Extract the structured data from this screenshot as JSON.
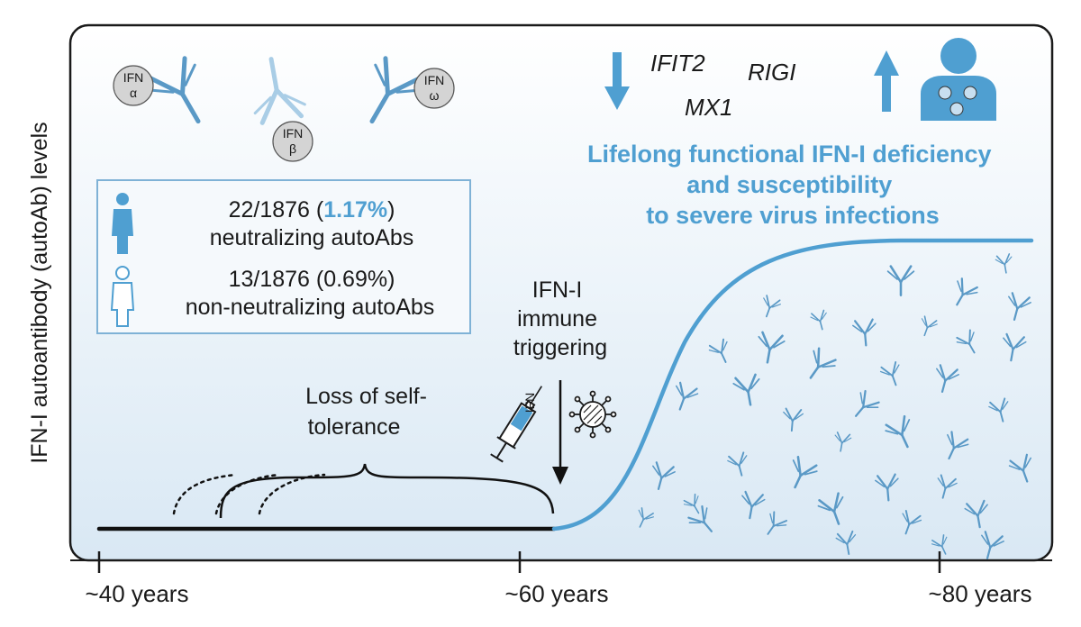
{
  "y_axis_label": "IFN-I autoantibody (autoAb) levels",
  "x_axis": {
    "ticks": [
      "~40 years",
      "~60 years",
      "~80 years"
    ]
  },
  "antibody_targets": [
    {
      "line1": "IFN",
      "line2": "α"
    },
    {
      "line1": "IFN",
      "line2": "β"
    },
    {
      "line1": "IFN",
      "line2": "ω"
    }
  ],
  "genes": [
    "IFIT2",
    "RIGI",
    "MX1"
  ],
  "prevalence_box": {
    "neutralizing": {
      "count": "22/1876",
      "open": " (",
      "percent": "1.17%",
      "close": ")",
      "label": "neutralizing autoAbs"
    },
    "non_neutralizing": {
      "count_pct": "13/1876 (0.69%)",
      "label": "non-neutralizing autoAbs"
    }
  },
  "outcome_text": [
    "Lifelong functional IFN-I deficiency",
    "and susceptibility",
    "to severe virus infections"
  ],
  "self_tolerance_text": [
    "Loss of self-",
    "tolerance"
  ],
  "trigger_text": [
    "IFN-I",
    "immune",
    "triggering"
  ],
  "syringe_label": "IFN",
  "colors": {
    "accent_blue": "#4f9fd1",
    "antibody_blue": "#7fb2d6",
    "light_blue": "#a9cde6",
    "panel_top": "#ffffff",
    "panel_bottom": "#d9e8f4",
    "dark": "#1a1a1a"
  }
}
